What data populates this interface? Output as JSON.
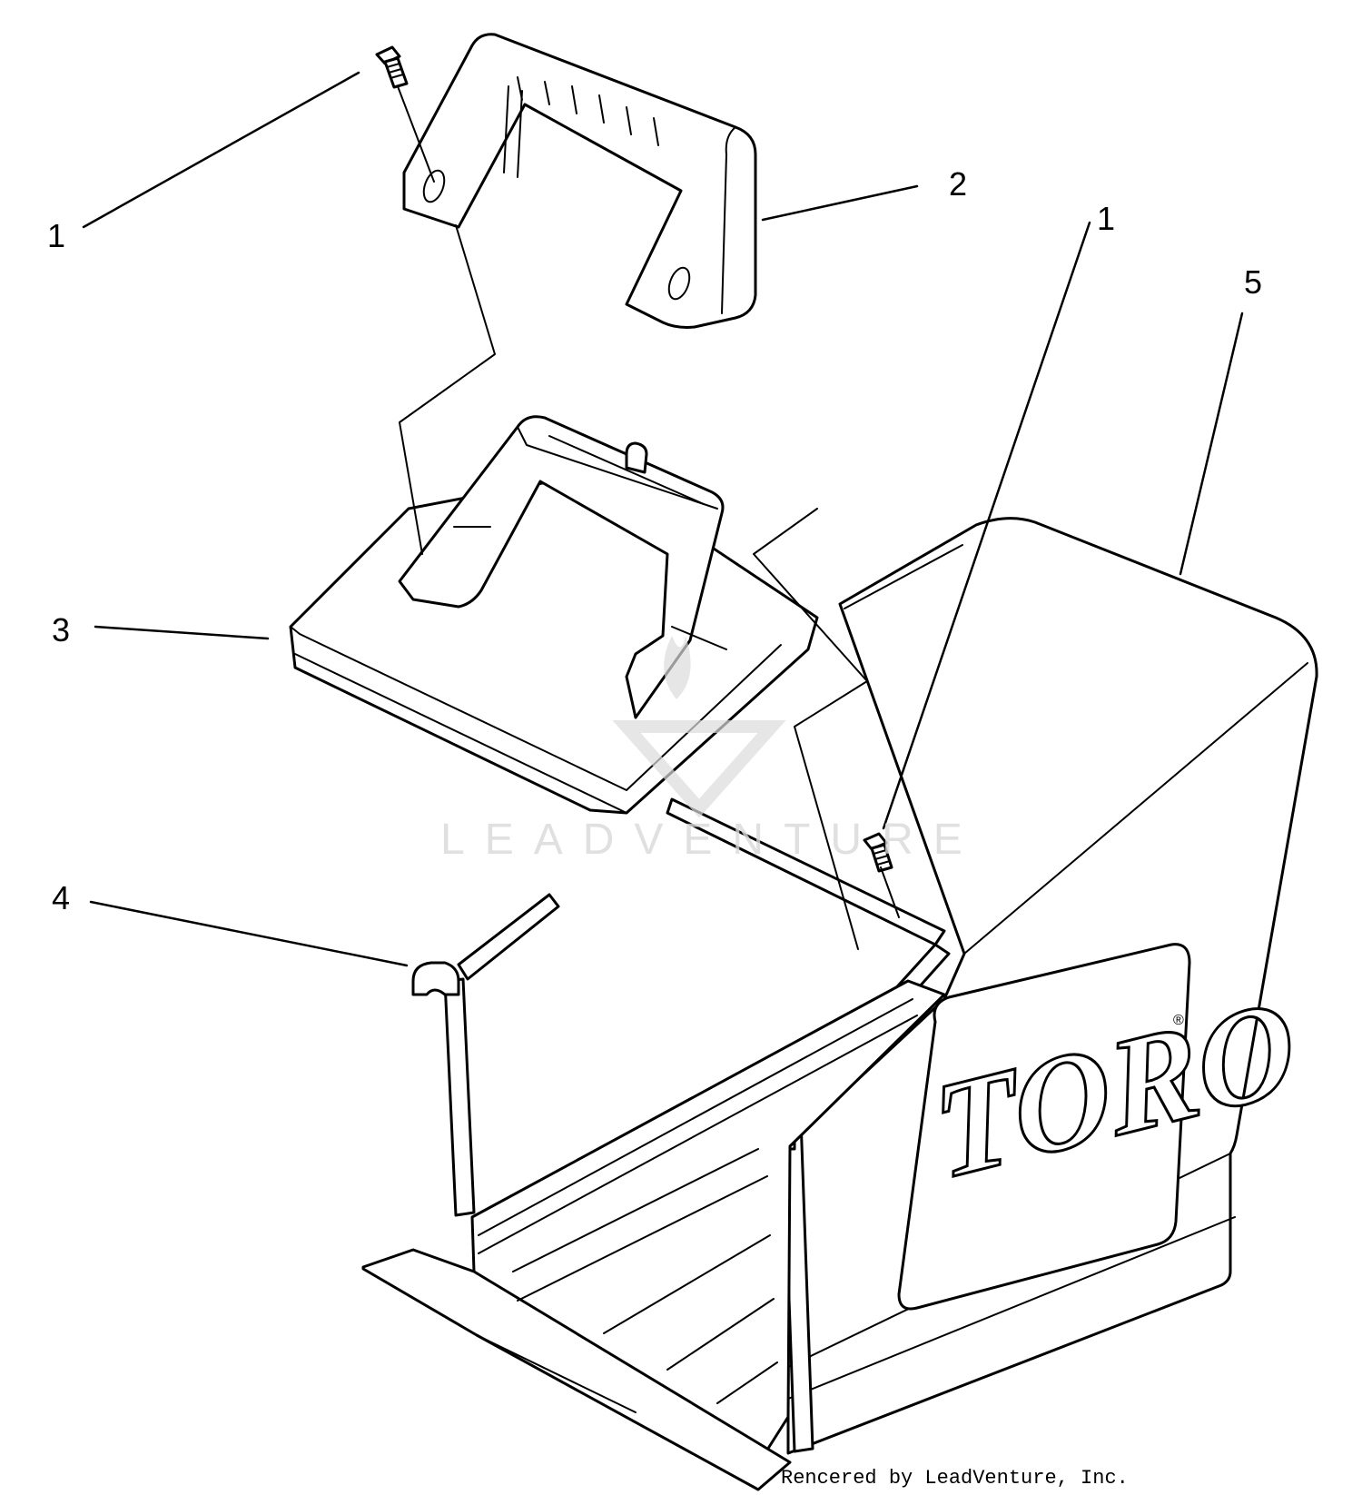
{
  "diagram": {
    "callouts": {
      "screw_top": "1",
      "handle": "2",
      "lid": "3",
      "frame": "4",
      "screw_right": "1",
      "bag": "5"
    },
    "logo": {
      "text": "TORO",
      "registered_mark": "®"
    },
    "watermark": "LEADVENTURE",
    "credit": "Rencered by LeadVenture, Inc."
  }
}
